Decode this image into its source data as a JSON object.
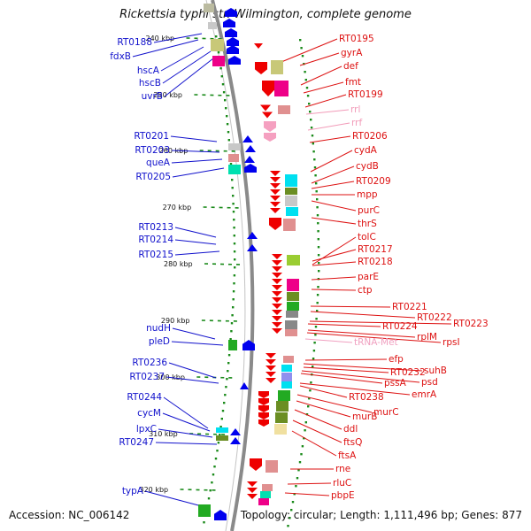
{
  "title": "Rickettsia typhi str. Wilmington, complete genome",
  "accession": "Accession: NC_006142",
  "summary": "Topology: circular; Length: 1,111,496 bp; Genes: 877",
  "colors": {
    "backbone": "#8a8a8a",
    "reverse_label": "#1111cc",
    "forward_label": "#dd1111",
    "rrna_label": "#f29ab8",
    "trna_label": "#f0a0c0",
    "reverse_arrow": "#0000ee",
    "forward_arrow": "#ee0000",
    "rrna_arrow": "#f5a0c0",
    "scale_dots": "#1a8a1a"
  },
  "kbp_labels": [
    "240 kbp",
    "250 kbp",
    "260 kbp",
    "270 kbp",
    "280 kbp",
    "290 kbp",
    "300 kbp",
    "310 kbp",
    "320 kbp"
  ],
  "left_genes": [
    "RT0188",
    "fdxB",
    "hscA",
    "hscB",
    "uvrB",
    "RT0201",
    "RT0203",
    "queA",
    "RT0205",
    "RT0213",
    "RT0214",
    "RT0215",
    "nudH",
    "pleD",
    "RT0236",
    "RT0237",
    "RT0244",
    "cycM",
    "lpxC",
    "RT0247",
    "typA"
  ],
  "right_genes": [
    "RT0195",
    "gyrA",
    "def",
    "fmt",
    "RT0199",
    "rrl",
    "rrf",
    "RT0206",
    "cydA",
    "cydB",
    "RT0209",
    "mpp",
    "purC",
    "thrS",
    "tolC",
    "RT0217",
    "RT0218",
    "parE",
    "ctp",
    "RT0221",
    "RT0222",
    "RT0223",
    "RT0224",
    "rplM",
    "rpsI",
    "tRNA-Met",
    "efp",
    "suhB",
    "RT0232",
    "psd",
    "pssA",
    "emrA",
    "RT0238",
    "murC",
    "murB",
    "ddl",
    "ftsQ",
    "ftsA",
    "rne",
    "rluC",
    "pbpE"
  ]
}
